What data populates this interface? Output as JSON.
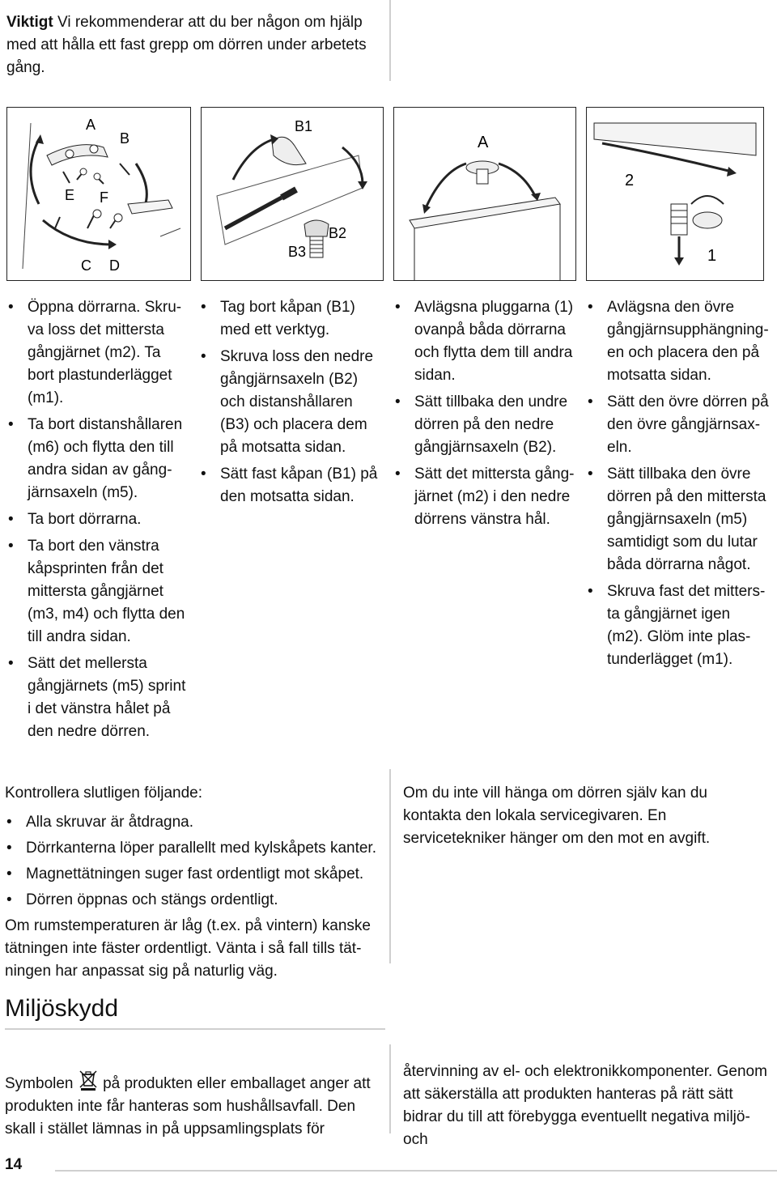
{
  "warning": {
    "label": "Viktigt",
    "text": "Vi rekommenderar att du ber någon om hjälp med att hålla ett fast grepp om dörren under arbetets gång."
  },
  "figures": {
    "fig1": {
      "labels": [
        "A",
        "B",
        "E",
        "F",
        "C",
        "D"
      ]
    },
    "fig2": {
      "labels": [
        "B1",
        "B2",
        "B3"
      ]
    },
    "fig3": {
      "labels": [
        "A"
      ]
    },
    "fig4": {
      "labels": [
        "2",
        "1"
      ]
    }
  },
  "columns": [
    {
      "items": [
        "Öppna dörrarna. Skru-va loss det mittersta gångjärnet (m2). Ta bort plastunderlägget (m1).",
        "Ta bort distanshållaren (m6) och flytta den till andra sidan av gång-järnsaxeln (m5).",
        "Ta bort dörrarna.",
        "Ta bort den vänstra kåpsprinten från det mittersta gångjärnet (m3, m4) och flytta den till andra sidan.",
        "Sätt det mellersta gångjärnets (m5) sprint i det vänstra hålet på den nedre dörren."
      ]
    },
    {
      "items": [
        "Tag bort kåpan (B1) med ett verktyg.",
        "Skruva loss den nedre gångjärnsaxeln (B2) och distanshållaren (B3) och placera dem på motsatta sidan.",
        "Sätt fast kåpan (B1) på den motsatta sidan."
      ]
    },
    {
      "items": [
        "Avlägsna pluggarna (1) ovanpå båda dörrarna och flytta dem till andra sidan.",
        "Sätt tillbaka den undre dörren på den nedre gångjärnsaxeln (B2).",
        "Sätt det mittersta gång-järnet (m2) i den nedre dörrens vänstra hål."
      ]
    },
    {
      "items": [
        "Avlägsna den övre gångjärnsupphängning-en och placera den på motsatta sidan.",
        "Sätt den övre dörren på den övre gångjärnsax-eln.",
        "Sätt tillbaka den övre dörren på den mittersta gångjärnsaxeln (m5) samtidigt som du lutar båda dörrarna något.",
        "Skruva fast det mitters-ta gångjärnet igen (m2). Glöm inte plas-tunderlägget (m1)."
      ]
    }
  ],
  "check": {
    "intro": "Kontrollera slutligen följande:",
    "items": [
      "Alla skruvar är åtdragna.",
      "Dörrkanterna löper parallellt med kylskåpets kanter.",
      "Magnettätningen suger fast ordentligt mot skåpet.",
      "Dörren öppnas och stängs ordentligt."
    ],
    "note": "Om rumstemperaturen är låg (t.ex. på vintern) kanske tätningen inte fäster ordentligt. Vänta i så fall tills tät-ningen har anpassat sig på naturlig väg."
  },
  "service": {
    "text": "Om du inte vill hänga om dörren själv kan du kontakta den lokala servicegivaren. En servicetekniker hänger om den mot en avgift."
  },
  "env": {
    "heading": "Miljöskydd",
    "left_before": "Symbolen",
    "left_after": "på produkten eller emballaget anger att produkten inte får hanteras som hushållsavfall. Den skall i stället lämnas in på uppsamlingsplats för",
    "right": "återvinning av el- och elektronikkomponenter. Genom att säkerställa att produkten hanteras på rätt sätt bidrar du till att förebygga eventuellt negativa miljö- och"
  },
  "page_number": "14"
}
